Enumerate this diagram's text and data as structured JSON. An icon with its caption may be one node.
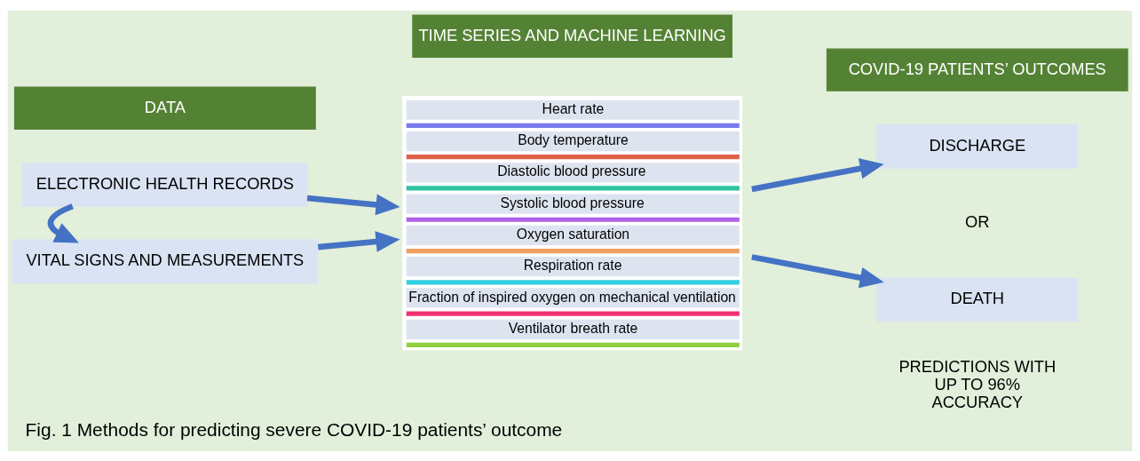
{
  "diagram": {
    "caption": "Fig. 1 Methods for predicting severe COVID-19 patients’ outcome",
    "nodes": [
      {
        "text": [
          "ELECTRONIC HEALTH RECORDS"
        ]
      },
      {
        "text": [
          "VITAL SIGNS AND MEASUREMENTS"
        ]
      },
      {
        "text": [
          "Heart rate",
          "Body temperature",
          "Diastolic blood pressure",
          "Systolic blood pressure",
          "Oxygen saturation",
          "Respiration rate",
          "Fraction of inspired oxygen on mechanical ventilation",
          "Ventilator breath rate"
        ]
      },
      {
        "text": [
          "DISCHARGE"
        ]
      },
      {
        "text": [
          "DEATH"
        ]
      }
    ],
    "edges": [
      {
        "from": 0,
        "to": 1,
        "arrow": "to"
      },
      {
        "from": 0,
        "to": 2,
        "arrow": "to"
      },
      {
        "from": 1,
        "to": 2,
        "arrow": "to"
      },
      {
        "from": 2,
        "to": 3,
        "arrow": "to"
      },
      {
        "from": 2,
        "to": 4,
        "arrow": "to"
      }
    ],
    "labels": [
      "DATA",
      "TIME SERIES AND MACHINE LEARNING",
      "COVID-19 PATIENTS’ OUTCOMES",
      "OR",
      "PREDICTIONS WITH UP TO 96% ACCURACY"
    ]
  }
}
